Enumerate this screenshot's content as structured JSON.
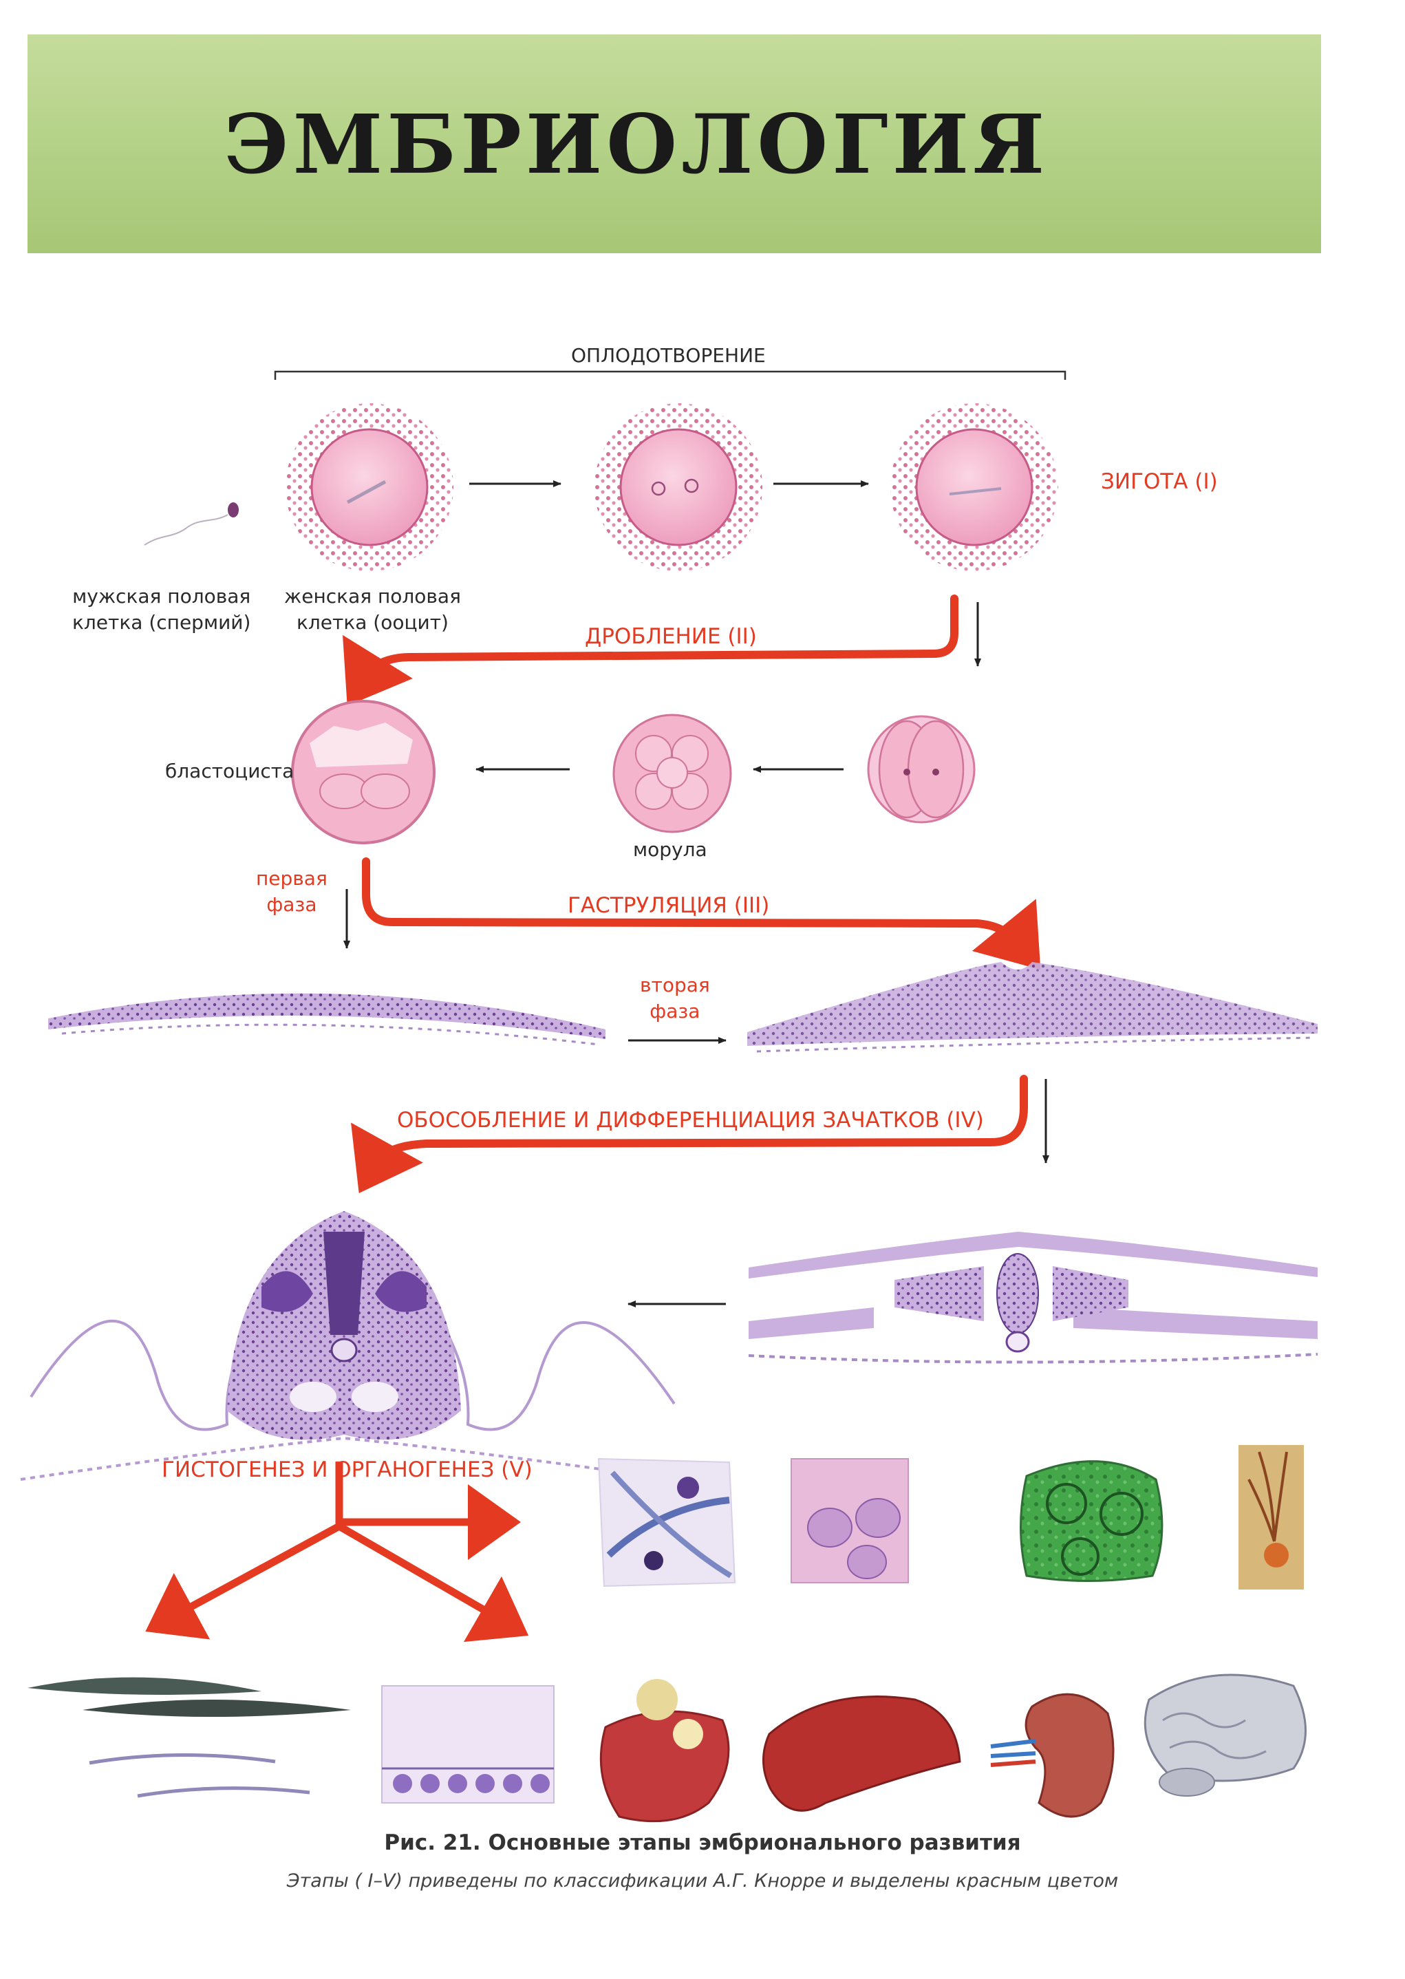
{
  "header": {
    "title": "ЭМБРИОЛОГИЯ"
  },
  "fertilization": {
    "label": "ОПЛОДОТВОРЕНИЕ"
  },
  "cells": {
    "sperm_line1": "мужская половая",
    "sperm_line2": "клетка (спермий)",
    "oocyte_line1": "женская половая",
    "oocyte_line2": "клетка (ооцит)",
    "blastocyst": "бластоциста",
    "morula": "морула"
  },
  "stages": {
    "zygote": "ЗИГОТА (I)",
    "cleavage": "ДРОБЛЕНИЕ (II)",
    "gastrulation": "ГАСТРУЛЯЦИЯ (III)",
    "first_phase_line1": "первая",
    "first_phase_line2": "фаза",
    "separation": "ОБОСОБЛЕНИЕ И ДИФФЕРЕНЦИАЦИЯ ЗАЧАТКОВ (IV)",
    "histogenesis": "ГИСТОГЕНЕЗ И ОРГАНОГЕНЕЗ (V)"
  },
  "gastrulation_phase2": {
    "line1": "вторая",
    "line2": "фаза"
  },
  "caption": {
    "title": "Рис. 21. Основные этапы эмбрионального развития",
    "subtitle": "Этапы ( I–V) приведены по классификации А.Г. Кнорре и выделены красным цветом"
  },
  "colors": {
    "banner": "#b3d186",
    "stage_red": "#e53a22",
    "egg_pink": "#f2b4cc",
    "tissue_purple": "#a886c6",
    "liver_red": "#b8302e"
  }
}
